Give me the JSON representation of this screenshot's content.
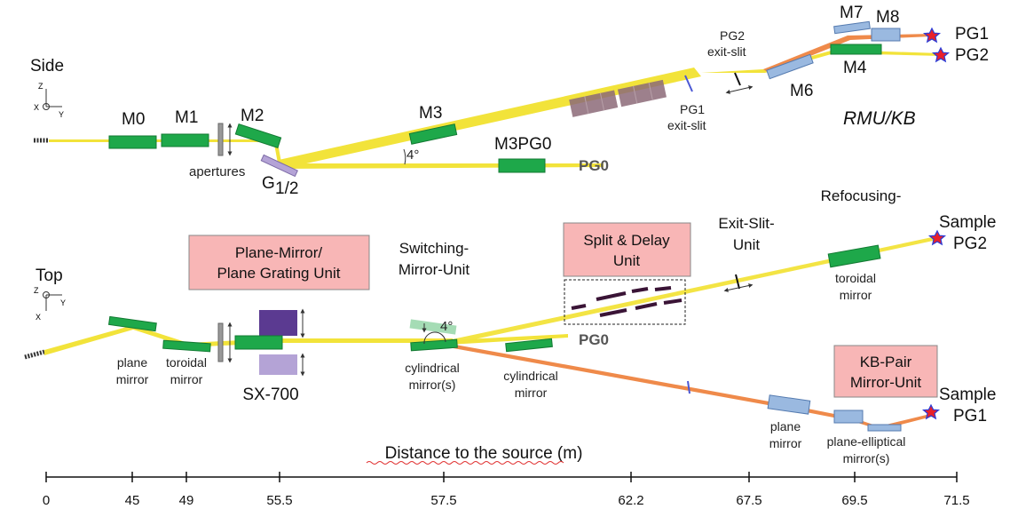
{
  "views": {
    "side": "Side",
    "top": "Top"
  },
  "side": {
    "mirrors": {
      "m0": "M0",
      "m1": "M1",
      "m2": "M2",
      "m3": "M3",
      "m3pg0": "M3PG0",
      "m4": "M4",
      "m6": "M6",
      "m7": "M7",
      "m8": "M8"
    },
    "apertures": "apertures",
    "grating_main": "G",
    "grating_sub": "1/2",
    "angle": "4°",
    "pg0": "PG0",
    "pg1_slit_1": "PG1",
    "pg1_slit_2": "exit-slit",
    "pg2_slit_1": "PG2",
    "pg2_slit_2": "exit-slit",
    "pg1": "PG1",
    "pg2": "PG2",
    "rmu_kb": "RMU/KB"
  },
  "top": {
    "units": {
      "pm_pgu_1": "Plane-Mirror/",
      "pm_pgu_2": "Plane Grating Unit",
      "switching_1": "Switching-",
      "switching_2": "Mirror-Unit",
      "split_1": "Split & Delay",
      "split_2": "Unit",
      "exit_slit_1": "Exit-Slit-",
      "exit_slit_2": "Unit",
      "refocusing": "Refocusing-",
      "kb_1": "KB-Pair",
      "kb_2": "Mirror-Unit"
    },
    "labels": {
      "plane_mirror_1": "plane",
      "plane_mirror_2": "mirror",
      "toroidal_1": "toroidal",
      "toroidal_2": "mirror",
      "sx700": "SX-700",
      "cyl_1": "cylindrical",
      "cyl_2": "mirror(s)",
      "cyl_b1": "cylindrical",
      "cyl_b2": "mirror",
      "angle": "4°",
      "pg0": "PG0",
      "toroidal_r1": "toroidal",
      "toroidal_r2": "mirror",
      "sample_pg2_1": "Sample",
      "sample_pg2_2": "PG2",
      "sample_pg1_1": "Sample",
      "sample_pg1_2": "PG1",
      "plane_kb_1": "plane",
      "plane_kb_2": "mirror",
      "pe_1": "plane-elliptical",
      "pe_2": "mirror(s)"
    }
  },
  "axis": {
    "title": "Distance to the source (m)",
    "ticks": [
      "0",
      "45",
      "49",
      "55.5",
      "57.5",
      "62.2",
      "67.5",
      "69.5",
      "71.5"
    ]
  },
  "colors": {
    "beam_yellow": "#f2e33a",
    "beam_orange": "#ef8a4a",
    "mirror_green": "#1ea84a",
    "mirror_blue": "#9ab9e0",
    "sx700_purple": "#5b3a91",
    "sx700_lavender": "#b4a3d6",
    "unit_box": "#f8b6b6",
    "star_red": "#e8202a",
    "star_blue": "#2b3bd6"
  }
}
